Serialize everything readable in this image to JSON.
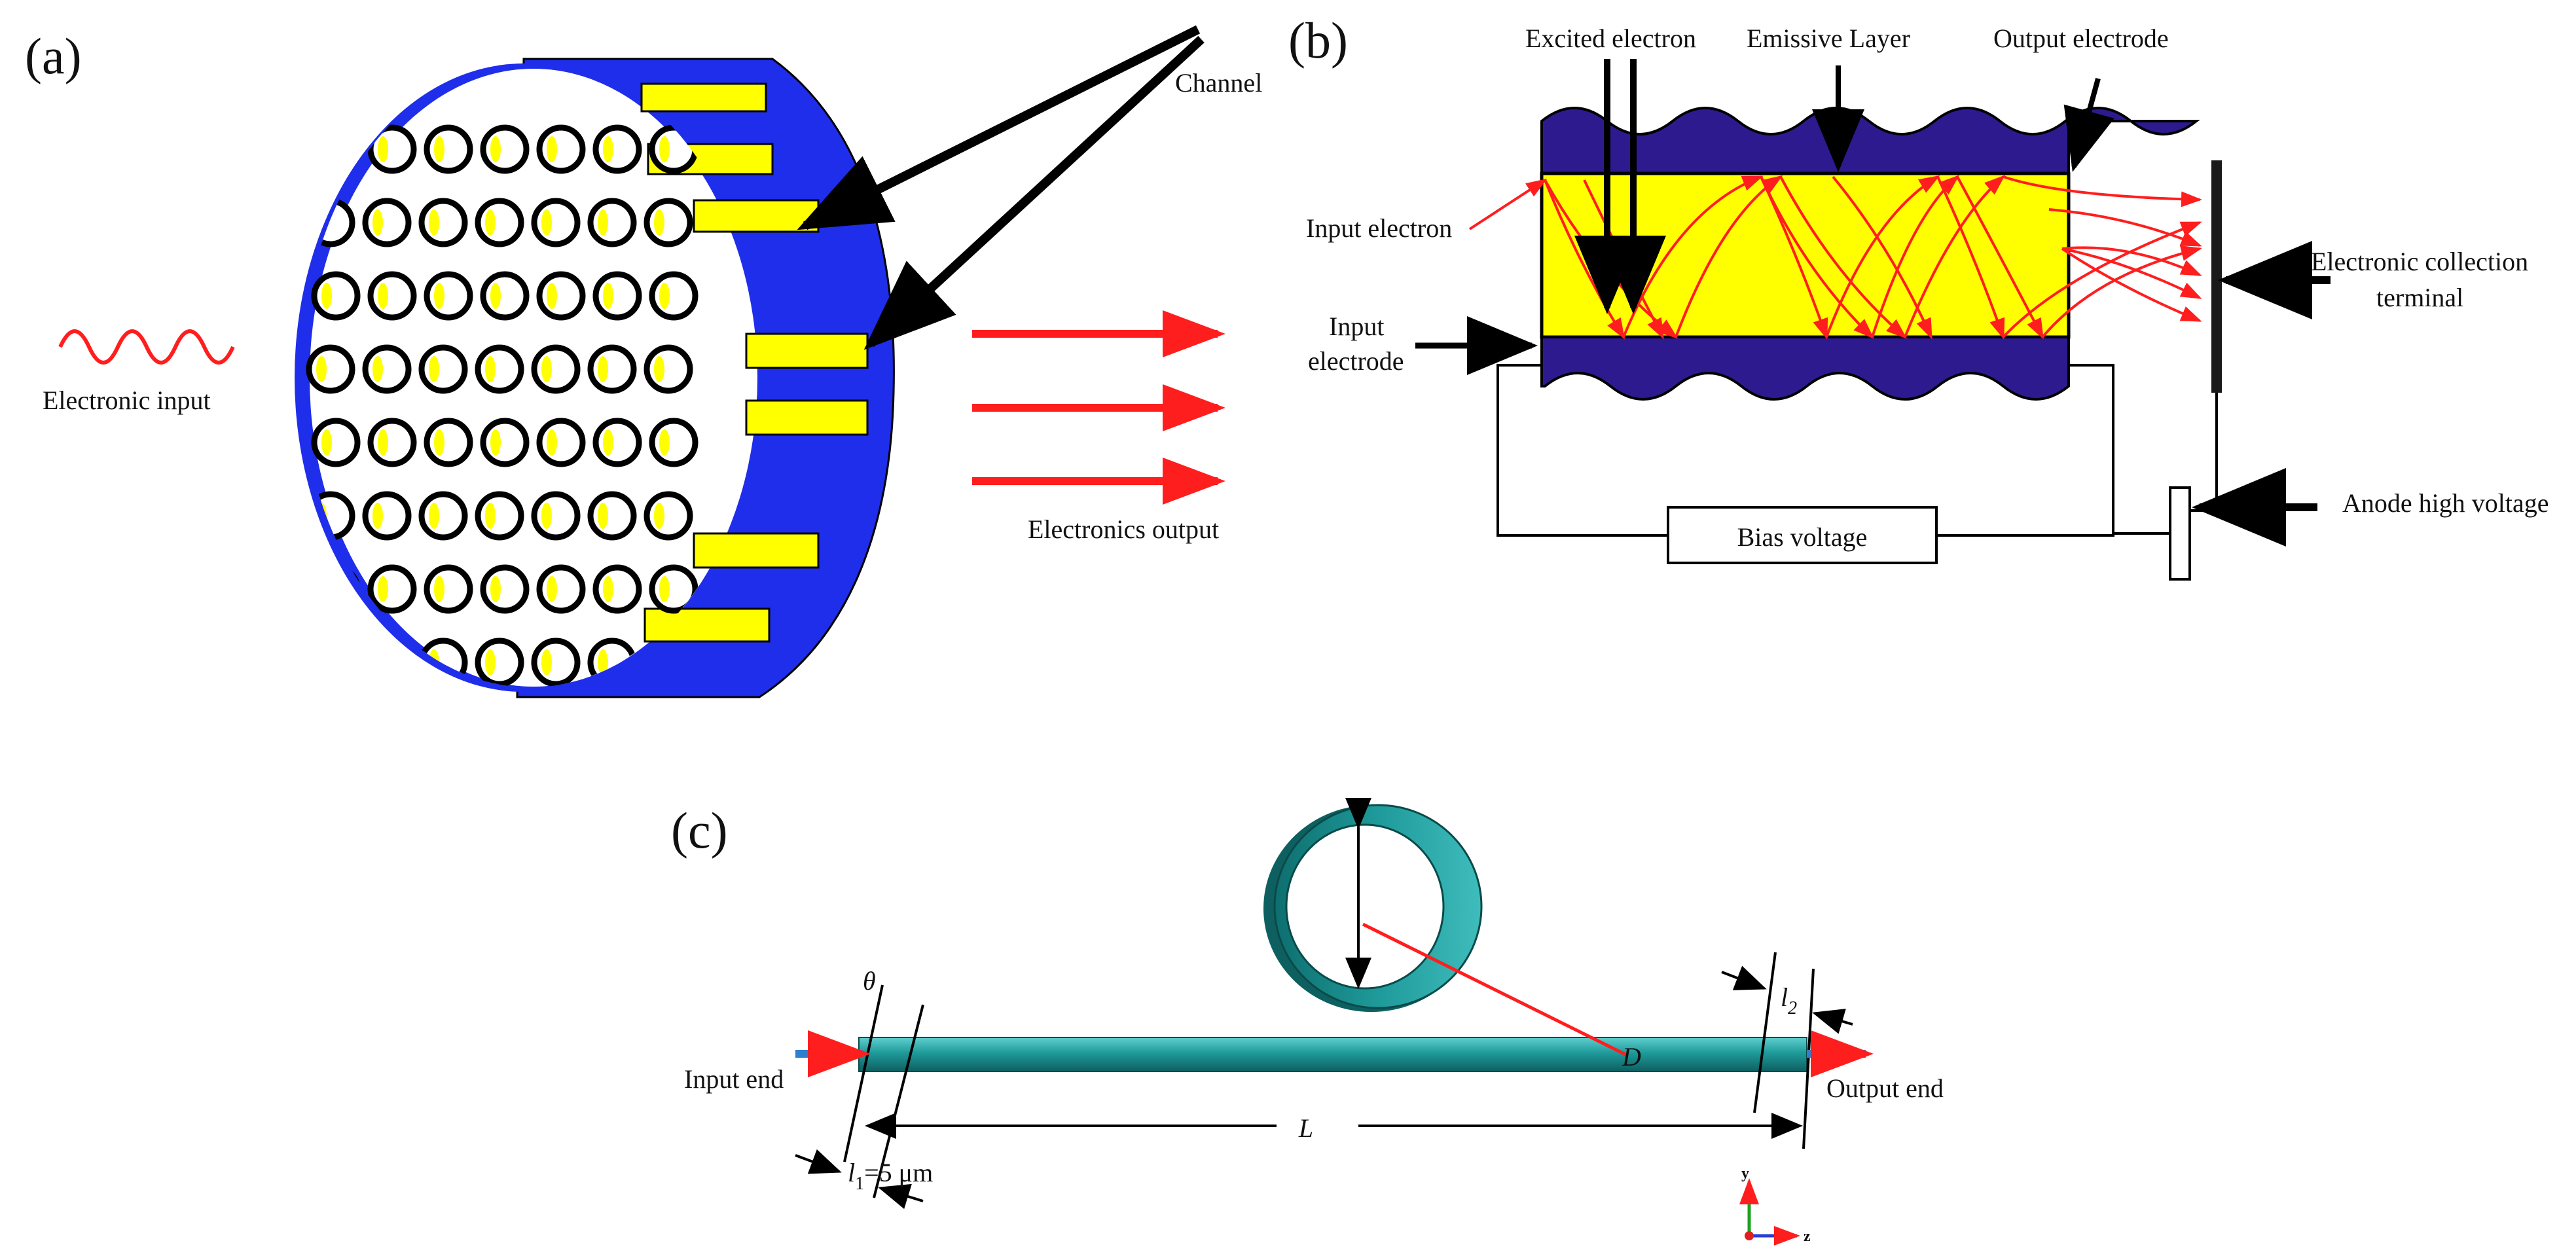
{
  "panel_a": {
    "label": "(a)",
    "channel_label": "Channel",
    "input_label": "Electronic input",
    "output_label": "Electronics output",
    "colors": {
      "shell": "#1f2eea",
      "channel": "#ffff00",
      "input_wave": "#ff1e1e",
      "output_arrow": "#ff1e1e"
    }
  },
  "panel_b": {
    "label": "(b)",
    "excited_electron": "Excited electron",
    "emissive_layer": "Emissive Layer",
    "output_electrode": "Output electrode",
    "input_electron": "Input electron",
    "input_electrode_1": "Input",
    "input_electrode_2": "electrode",
    "collection_1": "Electronic collection",
    "collection_2": "terminal",
    "anode": "Anode high voltage",
    "bias": "Bias voltage",
    "colors": {
      "electrode": "#2e1a8f",
      "emissive": "#ffff00",
      "trajectory": "#ff1e1e"
    }
  },
  "panel_c": {
    "label": "(c)",
    "theta": "θ",
    "l2_main": "l",
    "l2_sub": "2",
    "l1_main": "l",
    "l1_sub": "1",
    "l1_value": "=5 μm",
    "D": "D",
    "L": "L",
    "input_end": "Input end",
    "output_end": "Output end",
    "axis_y": "y",
    "axis_z": "z",
    "colors": {
      "tube": "#1f8f8f",
      "flow_arrow": "#2f7fd0",
      "diameter_line": "#ff1e1e"
    }
  }
}
